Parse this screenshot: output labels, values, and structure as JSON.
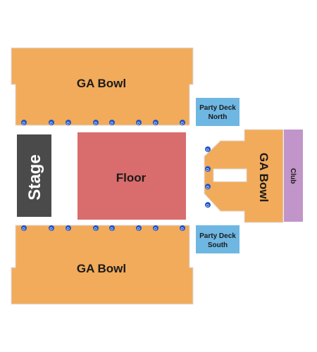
{
  "map": {
    "sections": {
      "ga_bowl_north": "GA Bowl",
      "ga_bowl_south": "GA Bowl",
      "ga_bowl_east": "GA Bowl",
      "floor": "Floor",
      "stage": "Stage",
      "club": "Club",
      "party_deck_north": [
        "Party Deck",
        "North"
      ],
      "party_deck_south": [
        "Party Deck",
        "South"
      ]
    },
    "colors": {
      "ga_bowl": "#f2ab5a",
      "floor": "#d96c6c",
      "stage": "#4a4a4a",
      "party_deck": "#6eb7e3",
      "club": "#c195c9",
      "accessible_marker": "#1f55c9"
    },
    "accessible_icon": "wheelchair-icon"
  }
}
